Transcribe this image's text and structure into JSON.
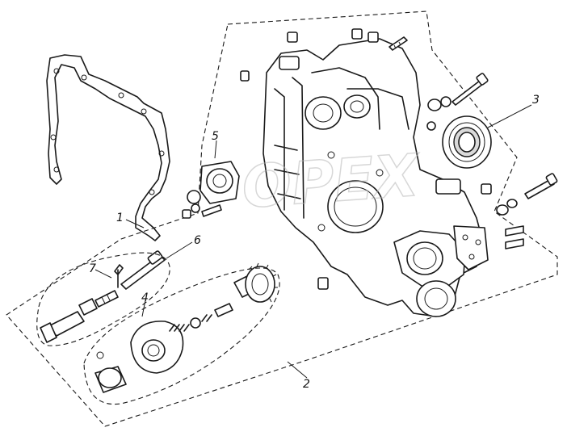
{
  "diagram": {
    "callouts": [
      {
        "id": "1",
        "label": "1"
      },
      {
        "id": "2",
        "label": "2"
      },
      {
        "id": "3",
        "label": "3"
      },
      {
        "id": "4",
        "label": "4"
      },
      {
        "id": "5",
        "label": "5"
      },
      {
        "id": "6",
        "label": "6"
      },
      {
        "id": "7",
        "label": "7"
      }
    ],
    "watermark": {
      "text": "OPEX"
    },
    "colors": {
      "ink": "#1a1a1a",
      "watermark": "#b7b7b7",
      "background": "#ffffff"
    }
  }
}
